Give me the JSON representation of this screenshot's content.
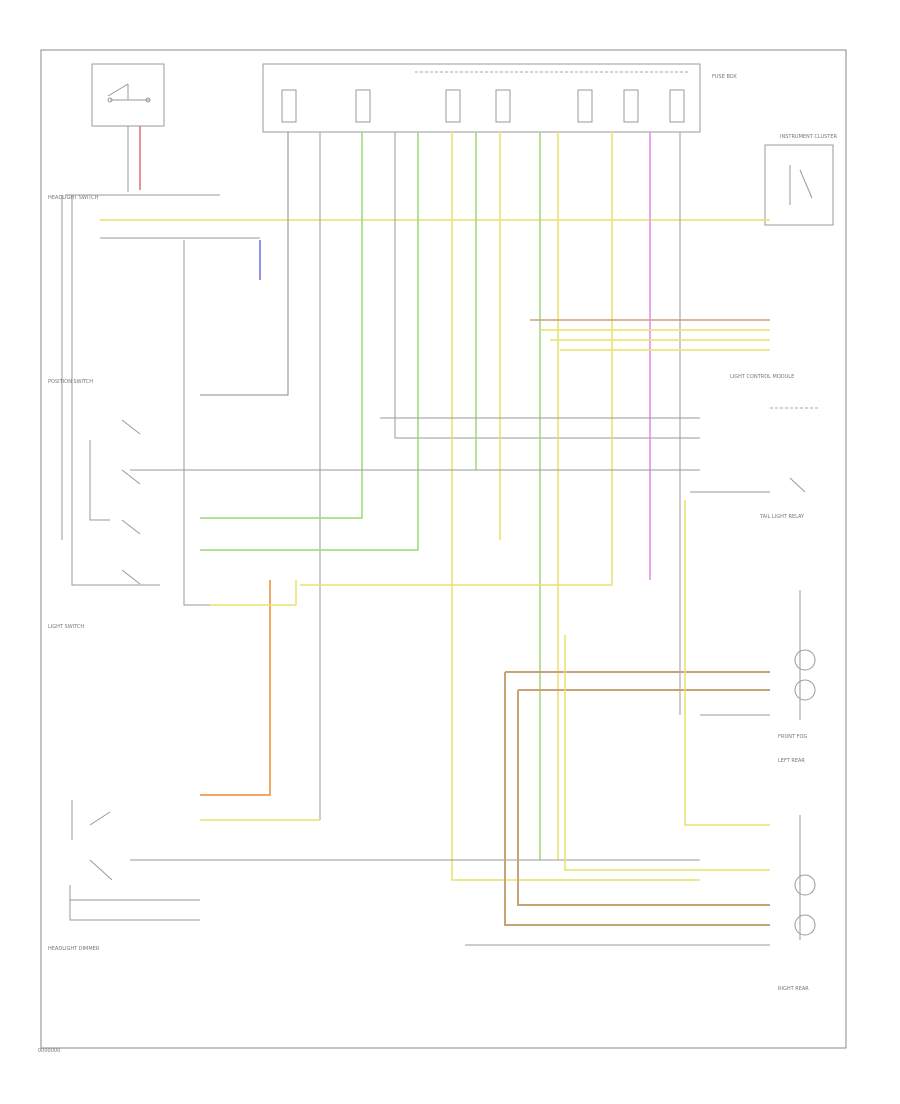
{
  "diagram": {
    "colors": {
      "yellow": "#e9e26a",
      "green": "#9bd97a",
      "orange": "#f0a867",
      "violet": "#e48ae4",
      "tan": "#c9a277",
      "blue": "#6d6de0",
      "red": "#e07070",
      "frame": "#8a8a8a"
    },
    "labels": {
      "fuse_box": "FUSE BOX",
      "headlight_switch": "HEADLIGHT SWITCH",
      "position_switch": "POSITION SWITCH",
      "light_control_module": "LIGHT CONTROL MODULE",
      "tail_light_relay": "TAIL LIGHT RELAY",
      "front_fog": "FRONT FOG",
      "left_rear": "LEFT REAR",
      "right_rear": "RIGHT REAR",
      "light_switch": "LIGHT SWITCH",
      "headlight_dimmer": "HEADLIGHT DIMMER",
      "instrument_cluster": "INSTRUMENT CLUSTER",
      "footer_code": "0000000"
    }
  }
}
